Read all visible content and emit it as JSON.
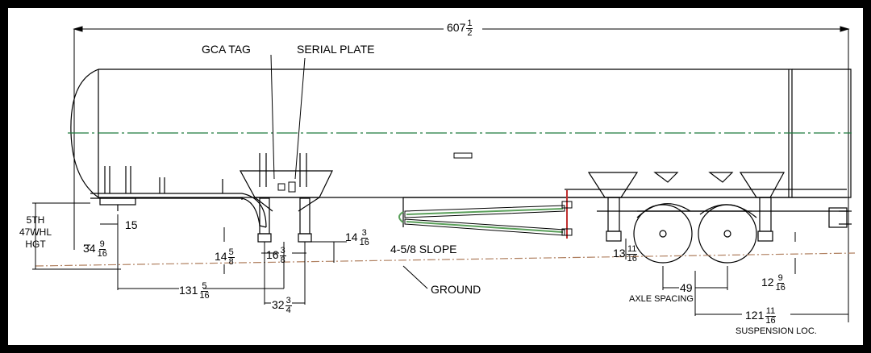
{
  "labels": {
    "overall_length": {
      "whole": "607",
      "num": "1",
      "den": "2"
    },
    "gca_tag": "GCA TAG",
    "serial_plate": "SERIAL PLATE",
    "fifth_wheel": [
      "5TH",
      "47WHL",
      "HGT"
    ],
    "kingpin_offset": "15",
    "kingpin_to_front": {
      "whole": "34",
      "num": "9",
      "den": "16"
    },
    "landing_gear_height": {
      "whole": "14",
      "num": "5",
      "den": "8"
    },
    "landing_gear_width": {
      "whole": "16",
      "num": "3",
      "den": "8"
    },
    "pad_drop": {
      "whole": "14",
      "num": "3",
      "den": "16"
    },
    "landing_gear_loc": {
      "whole": "131",
      "num": "5",
      "den": "16"
    },
    "landing_gear_spread": {
      "whole": "32",
      "num": "3",
      "den": "4"
    },
    "slope": "4-5/8 SLOPE",
    "ground": "GROUND",
    "rear_leg_height": {
      "whole": "13",
      "num": "11",
      "den": "16"
    },
    "axle_spacing_value": "49",
    "axle_spacing": "AXLE SPACING",
    "tire_clearance": {
      "whole": "12",
      "num": "9",
      "den": "16"
    },
    "suspension_value": {
      "whole": "121",
      "num": "11",
      "den": "16"
    },
    "suspension_loc": "SUSPENSION LOC."
  },
  "colors": {
    "background": "#ffffff",
    "frame": "#000000",
    "line": "#000000",
    "centerline": "#1f7a3d",
    "ground": "#b08060",
    "hose": "#5aa05a",
    "bracket": "#c03030"
  }
}
